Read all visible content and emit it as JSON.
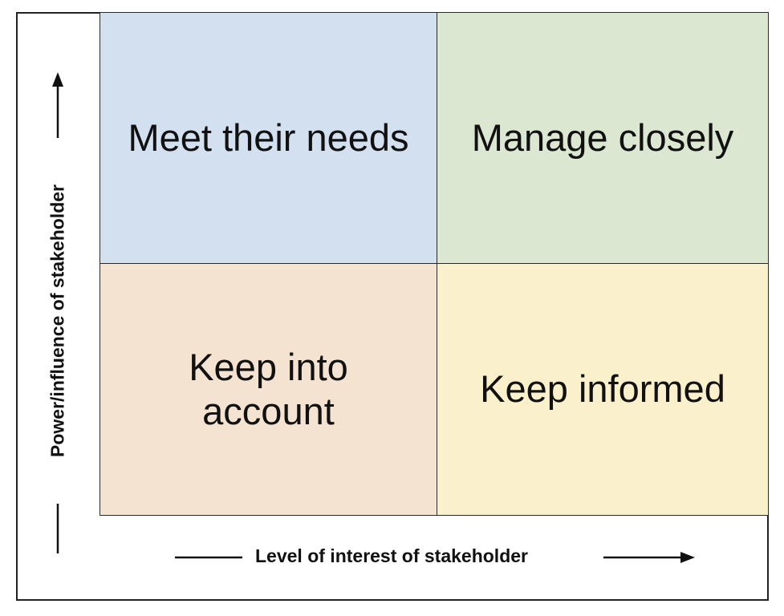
{
  "diagram": {
    "quadrants": [
      {
        "position": "top-left",
        "label": "Meet their needs",
        "color": "#d3e0f0"
      },
      {
        "position": "top-right",
        "label": "Manage closely",
        "color": "#dce7d2"
      },
      {
        "position": "bottom-left",
        "label": "Keep into\naccount",
        "color": "#f4e3d1"
      },
      {
        "position": "bottom-right",
        "label": "Keep informed",
        "color": "#fbf0cc"
      }
    ],
    "x_axis_label": "Level of interest of stakeholder",
    "y_axis_label": "Power/influence of stakeholder",
    "line_color": "#222222"
  }
}
